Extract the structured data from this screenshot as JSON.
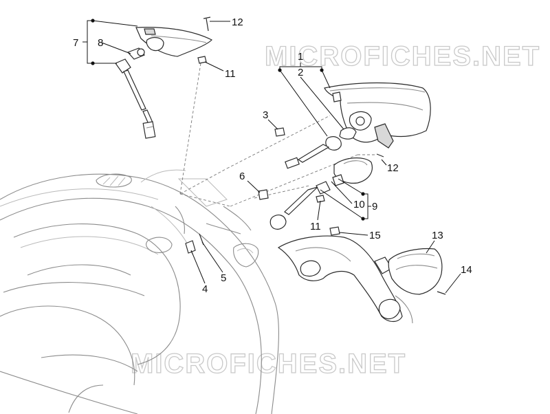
{
  "watermark": {
    "text": "MICROFICHES.NET"
  },
  "callouts": {
    "c1": "1",
    "c2": "2",
    "c3": "3",
    "c4": "4",
    "c5": "5",
    "c6": "6",
    "c7": "7",
    "c8": "8",
    "c9": "9",
    "c10": "10",
    "c11a": "11",
    "c11b": "11",
    "c12a": "12",
    "c12b": "12",
    "c13": "13",
    "c14": "14",
    "c15": "15"
  },
  "colors": {
    "line": "#2a2a2a",
    "body_outline": "#8a8a8a",
    "watermark_stroke": "#c9c9c9"
  }
}
